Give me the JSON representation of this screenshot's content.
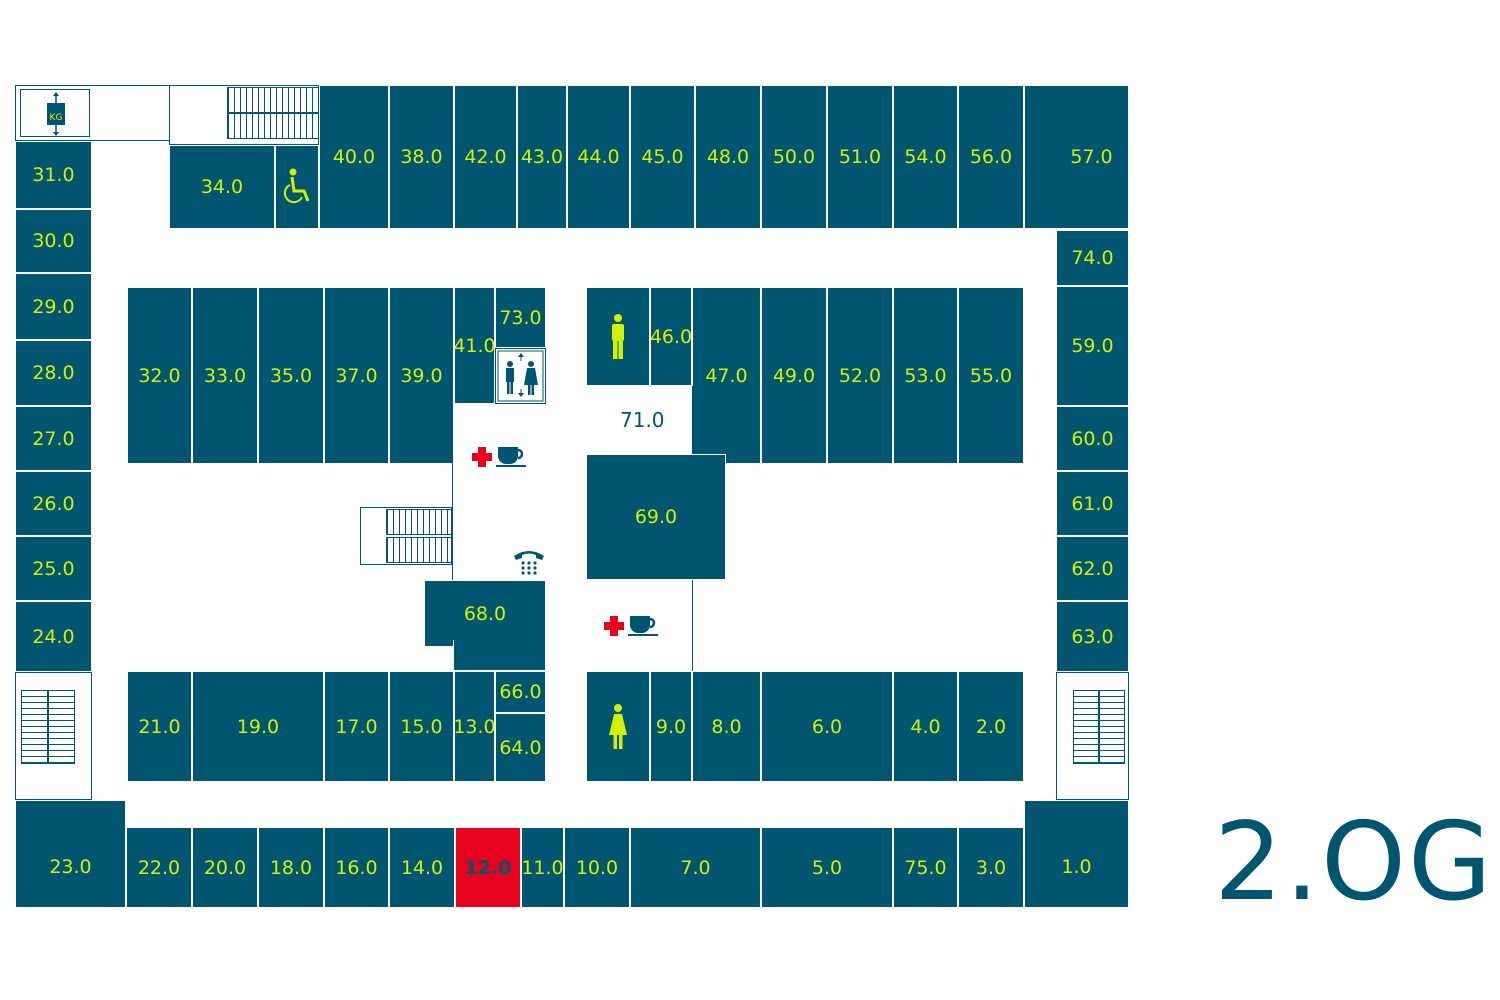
{
  "floor_label": "2.OG",
  "highlight_color": "#e8001f",
  "room_color": "#005670",
  "label_color": "#d4f000",
  "rooms": [
    {
      "id": "r31",
      "label": "31.0"
    },
    {
      "id": "r30",
      "label": "30.0"
    },
    {
      "id": "r29",
      "label": "29.0"
    },
    {
      "id": "r28",
      "label": "28.0"
    },
    {
      "id": "r27",
      "label": "27.0"
    },
    {
      "id": "r26",
      "label": "26.0"
    },
    {
      "id": "r25",
      "label": "25.0"
    },
    {
      "id": "r24",
      "label": "24.0"
    },
    {
      "id": "r34",
      "label": "34.0"
    },
    {
      "id": "r40",
      "label": "40.0"
    },
    {
      "id": "r38",
      "label": "38.0"
    },
    {
      "id": "r42",
      "label": "42.0"
    },
    {
      "id": "r43",
      "label": "43.0"
    },
    {
      "id": "r44",
      "label": "44.0"
    },
    {
      "id": "r45",
      "label": "45.0"
    },
    {
      "id": "r48",
      "label": "48.0"
    },
    {
      "id": "r50",
      "label": "50.0"
    },
    {
      "id": "r51",
      "label": "51.0"
    },
    {
      "id": "r54",
      "label": "54.0"
    },
    {
      "id": "r56",
      "label": "56.0"
    },
    {
      "id": "r57",
      "label": "57.0"
    },
    {
      "id": "r74",
      "label": "74.0"
    },
    {
      "id": "r59",
      "label": "59.0"
    },
    {
      "id": "r60",
      "label": "60.0"
    },
    {
      "id": "r61",
      "label": "61.0"
    },
    {
      "id": "r62",
      "label": "62.0"
    },
    {
      "id": "r63",
      "label": "63.0"
    },
    {
      "id": "r32",
      "label": "32.0"
    },
    {
      "id": "r33",
      "label": "33.0"
    },
    {
      "id": "r35",
      "label": "35.0"
    },
    {
      "id": "r37",
      "label": "37.0"
    },
    {
      "id": "r39",
      "label": "39.0"
    },
    {
      "id": "r41",
      "label": "41.0"
    },
    {
      "id": "r73",
      "label": "73.0"
    },
    {
      "id": "r46",
      "label": "46.0"
    },
    {
      "id": "r47",
      "label": "47.0"
    },
    {
      "id": "r49",
      "label": "49.0"
    },
    {
      "id": "r52",
      "label": "52.0"
    },
    {
      "id": "r53",
      "label": "53.0"
    },
    {
      "id": "r55",
      "label": "55.0"
    },
    {
      "id": "r69",
      "label": "69.0"
    },
    {
      "id": "r68",
      "label": "68.0"
    },
    {
      "id": "r21",
      "label": "21.0"
    },
    {
      "id": "r19",
      "label": "19.0"
    },
    {
      "id": "r17",
      "label": "17.0"
    },
    {
      "id": "r15",
      "label": "15.0"
    },
    {
      "id": "r13",
      "label": "13.0"
    },
    {
      "id": "r66",
      "label": "66.0"
    },
    {
      "id": "r64",
      "label": "64.0"
    },
    {
      "id": "r9",
      "label": "9.0"
    },
    {
      "id": "r8",
      "label": "8.0"
    },
    {
      "id": "r6",
      "label": "6.0"
    },
    {
      "id": "r4",
      "label": "4.0"
    },
    {
      "id": "r2",
      "label": "2.0"
    },
    {
      "id": "r23",
      "label": "23.0"
    },
    {
      "id": "r22",
      "label": "22.0"
    },
    {
      "id": "r20",
      "label": "20.0"
    },
    {
      "id": "r18",
      "label": "18.0"
    },
    {
      "id": "r16",
      "label": "16.0"
    },
    {
      "id": "r14",
      "label": "14.0"
    },
    {
      "id": "r12",
      "label": "12.0",
      "highlighted": true
    },
    {
      "id": "r11",
      "label": "11.0"
    },
    {
      "id": "r10",
      "label": "10.0"
    },
    {
      "id": "r7",
      "label": "7.0"
    },
    {
      "id": "r5",
      "label": "5.0"
    },
    {
      "id": "r75",
      "label": "75.0"
    },
    {
      "id": "r3",
      "label": "3.0"
    },
    {
      "id": "r1",
      "label": "1.0"
    }
  ],
  "room71_label": "71.0",
  "scale_icon_text": "KG",
  "icons": [
    "scale-kg-icon",
    "wheelchair-icon",
    "elevator-icon",
    "first-aid-icon",
    "coffee-icon",
    "telephone-icon",
    "male-toilet-icon",
    "female-toilet-icon",
    "stairs-icon"
  ]
}
